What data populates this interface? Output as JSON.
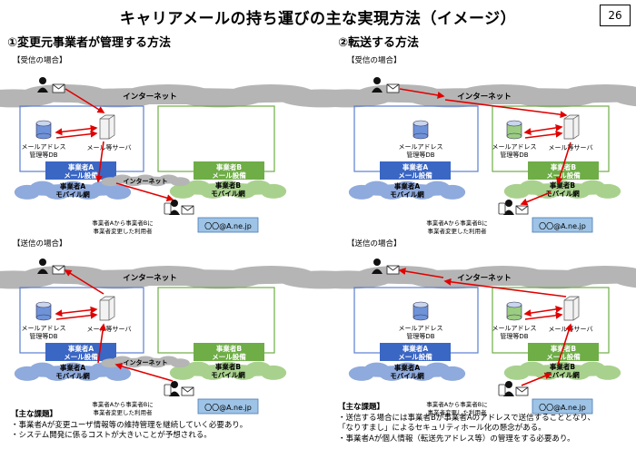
{
  "title": "キャリアメールの持ち運びの主な実現方法（イメージ）",
  "page_number": "26",
  "colors": {
    "cloud_gray": "#b5b5b5",
    "blue_box": "#3a66c4",
    "green_box": "#6fad47",
    "green_cloud": "#a9d18e",
    "blue_cloud": "#8faadc",
    "arrow_red": "#e00000",
    "address_box": "#9dc3e6"
  },
  "left": {
    "section_title": "①変更元事業者が管理する方法",
    "receive_label": "【受信の場合】",
    "send_label": "【送信の場合】",
    "issues": {
      "heading": "【主な課題】",
      "lines": [
        "・事業者Aが変更ユーザ情報等の維持管理を継続していく必要あり。",
        "・システム開発に係るコストが大きいことが予想される。"
      ]
    }
  },
  "right": {
    "section_title": "②転送する方法",
    "receive_label": "【受信の場合】",
    "send_label": "【送信の場合】",
    "issues": {
      "heading": "【主な課題】",
      "lines": [
        "・送信する場合には事業者Bが事業者Aのアドレスで送信することとなり、",
        "「なりすまし」によるセキュリティホール化の懸念がある。",
        "・事業者Aが個人情報（転送先アドレス等）の管理をする必要あり。"
      ]
    }
  },
  "labels": {
    "internet": "インターネット",
    "db": "メールアドレス",
    "db2": "管理等DB",
    "server": "メール等サーバ",
    "carrier_a_1": "事業者A",
    "carrier_a_2": "メール設備",
    "mobile_a_1": "事業者A",
    "mobile_a_2": "モバイル網",
    "carrier_b_1": "事業者B",
    "carrier_b_2": "メール設備",
    "mobile_b_1": "事業者B",
    "mobile_b_2": "モバイル網",
    "user_1": "事業者Aから事業者Bに",
    "user_2": "事業者変更した利用者",
    "address": "〇〇@A.ne.jp"
  }
}
